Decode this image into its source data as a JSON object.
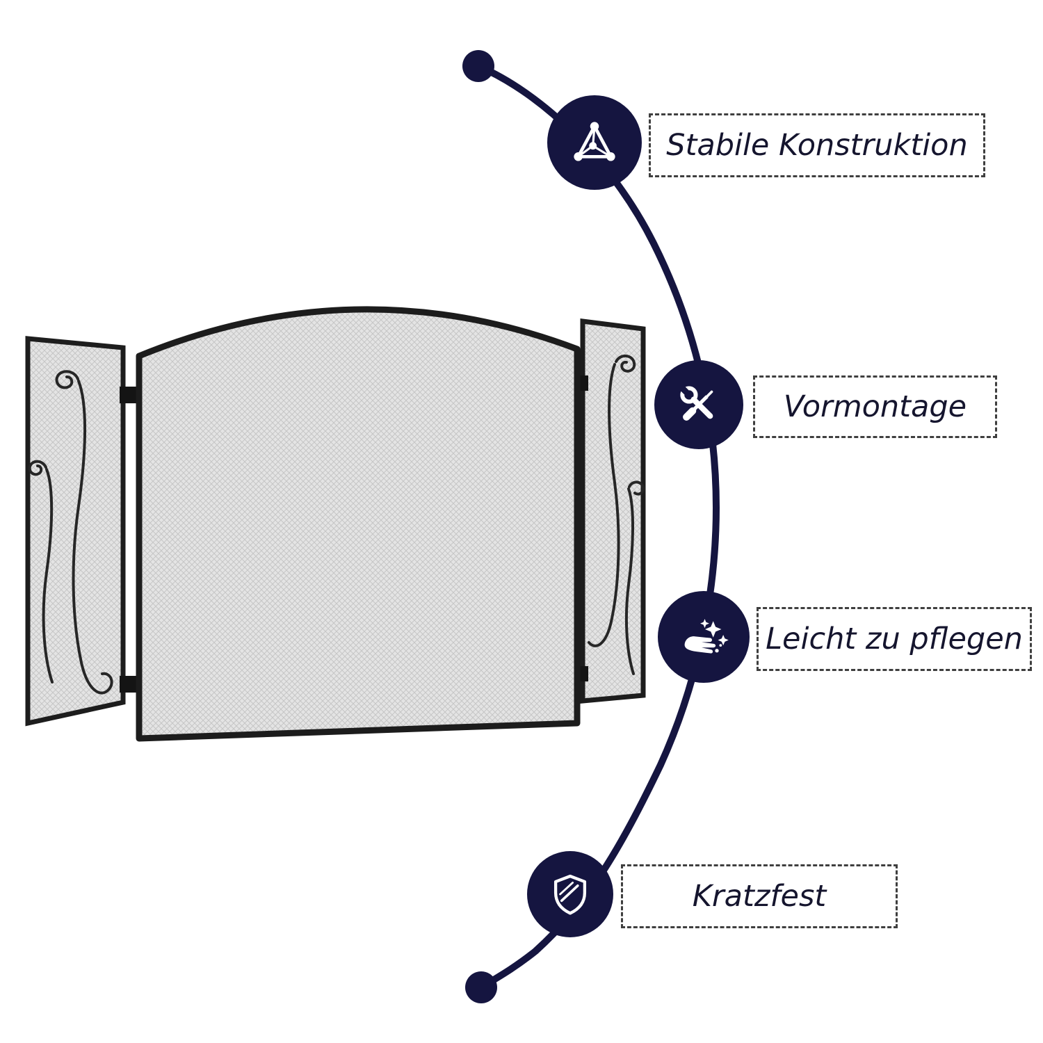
{
  "colors": {
    "accent_navy": "#151540",
    "label_text": "#15152e",
    "box_border": "#3f3f3f",
    "mesh_fill": "#e4e4e4",
    "frame_black": "#1c1c1c"
  },
  "illustration": {
    "name": "three-panel-fireplace-screen"
  },
  "features": [
    {
      "icon": "stable-construction-icon",
      "label": "Stabile Konstruktion"
    },
    {
      "icon": "pre-assembly-tools-icon",
      "label": "Vormontage"
    },
    {
      "icon": "easy-care-hand-icon",
      "label": "Leicht zu pflegen"
    },
    {
      "icon": "scratch-proof-shield-icon",
      "label": "Kratzfest"
    }
  ]
}
